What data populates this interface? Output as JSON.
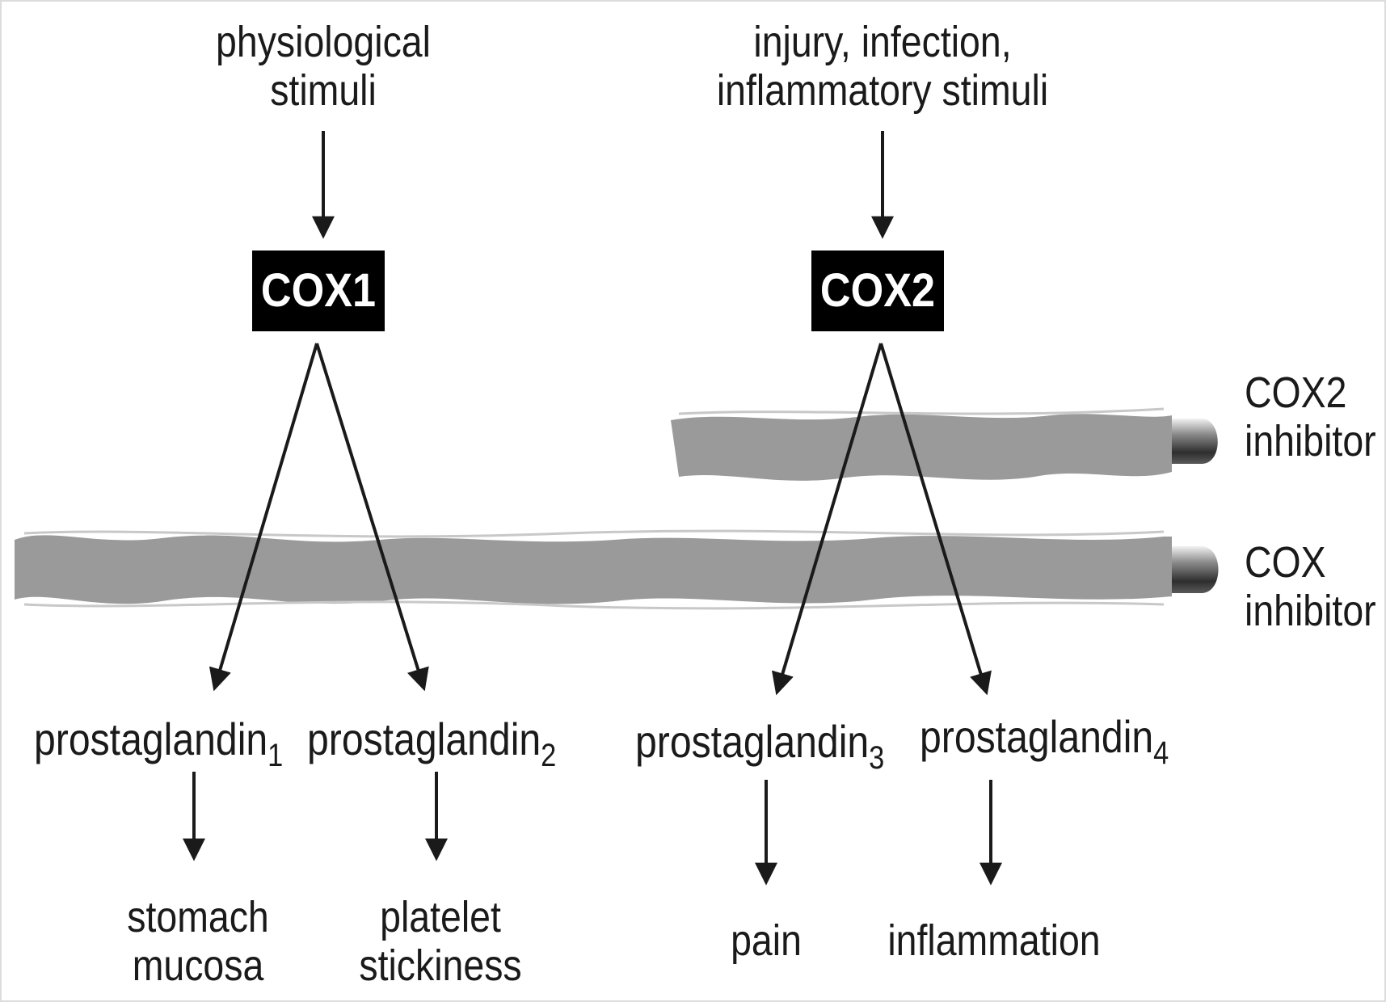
{
  "stimuli": {
    "physiological": [
      "physiological",
      "stimuli"
    ],
    "injury": [
      "injury, infection,",
      "inflammatory stimuli"
    ]
  },
  "enzymes": {
    "cox1": "COX1",
    "cox2": "COX2"
  },
  "prostaglandins": [
    {
      "base": "prostaglandin",
      "sub": "1"
    },
    {
      "base": "prostaglandin",
      "sub": "2"
    },
    {
      "base": "prostaglandin",
      "sub": "3"
    },
    {
      "base": "prostaglandin",
      "sub": "4"
    }
  ],
  "effects": {
    "stomach": [
      "stomach",
      "mucosa"
    ],
    "platelet": [
      "platelet",
      "stickiness"
    ],
    "pain": "pain",
    "inflammation": "inflammation"
  },
  "inhibitors": {
    "cox2": [
      "COX2",
      "inhibitor"
    ],
    "cox": [
      "COX",
      "inhibitor"
    ]
  },
  "colors": {
    "bar": "#9a9a9a",
    "box": "#000000",
    "arrow": "#1a1a1a"
  }
}
